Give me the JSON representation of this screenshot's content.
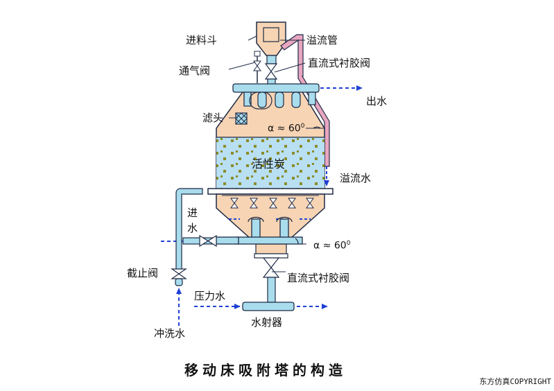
{
  "labels": {
    "hopper": "进料斗",
    "overflow_pipe": "溢流管",
    "vent_valve": "通气阀",
    "top_valve": "直流式衬胶阀",
    "outlet": "出水",
    "filter_head": "滤头",
    "angle_top": "α ≈ 60",
    "angle_top_sup": "0",
    "carbon": "活性炭",
    "overflow_water": "溢流水",
    "inlet_line1": "进",
    "inlet_line2": "水",
    "angle_bottom": "α ≈ 60",
    "angle_bottom_sup": "0",
    "stop_valve": "截止阀",
    "bottom_valve": "直流式衬胶阀",
    "pressure_water": "压力水",
    "ejector": "水射器",
    "flush_water": "冲洗水"
  },
  "title": "移动床吸附塔的构造",
  "copyright": "东方仿真COPYRIGHT",
  "colors": {
    "pipe": "#a9dcec",
    "pipe_stroke": "#1d2a44",
    "vessel": "#f7d4b4",
    "carbon_bed": "#b9dff2",
    "carbon_dots": "#8a8d2a",
    "overflow_pipe": "#e8a6c0",
    "flow_arrow": "#1f3fd6"
  }
}
